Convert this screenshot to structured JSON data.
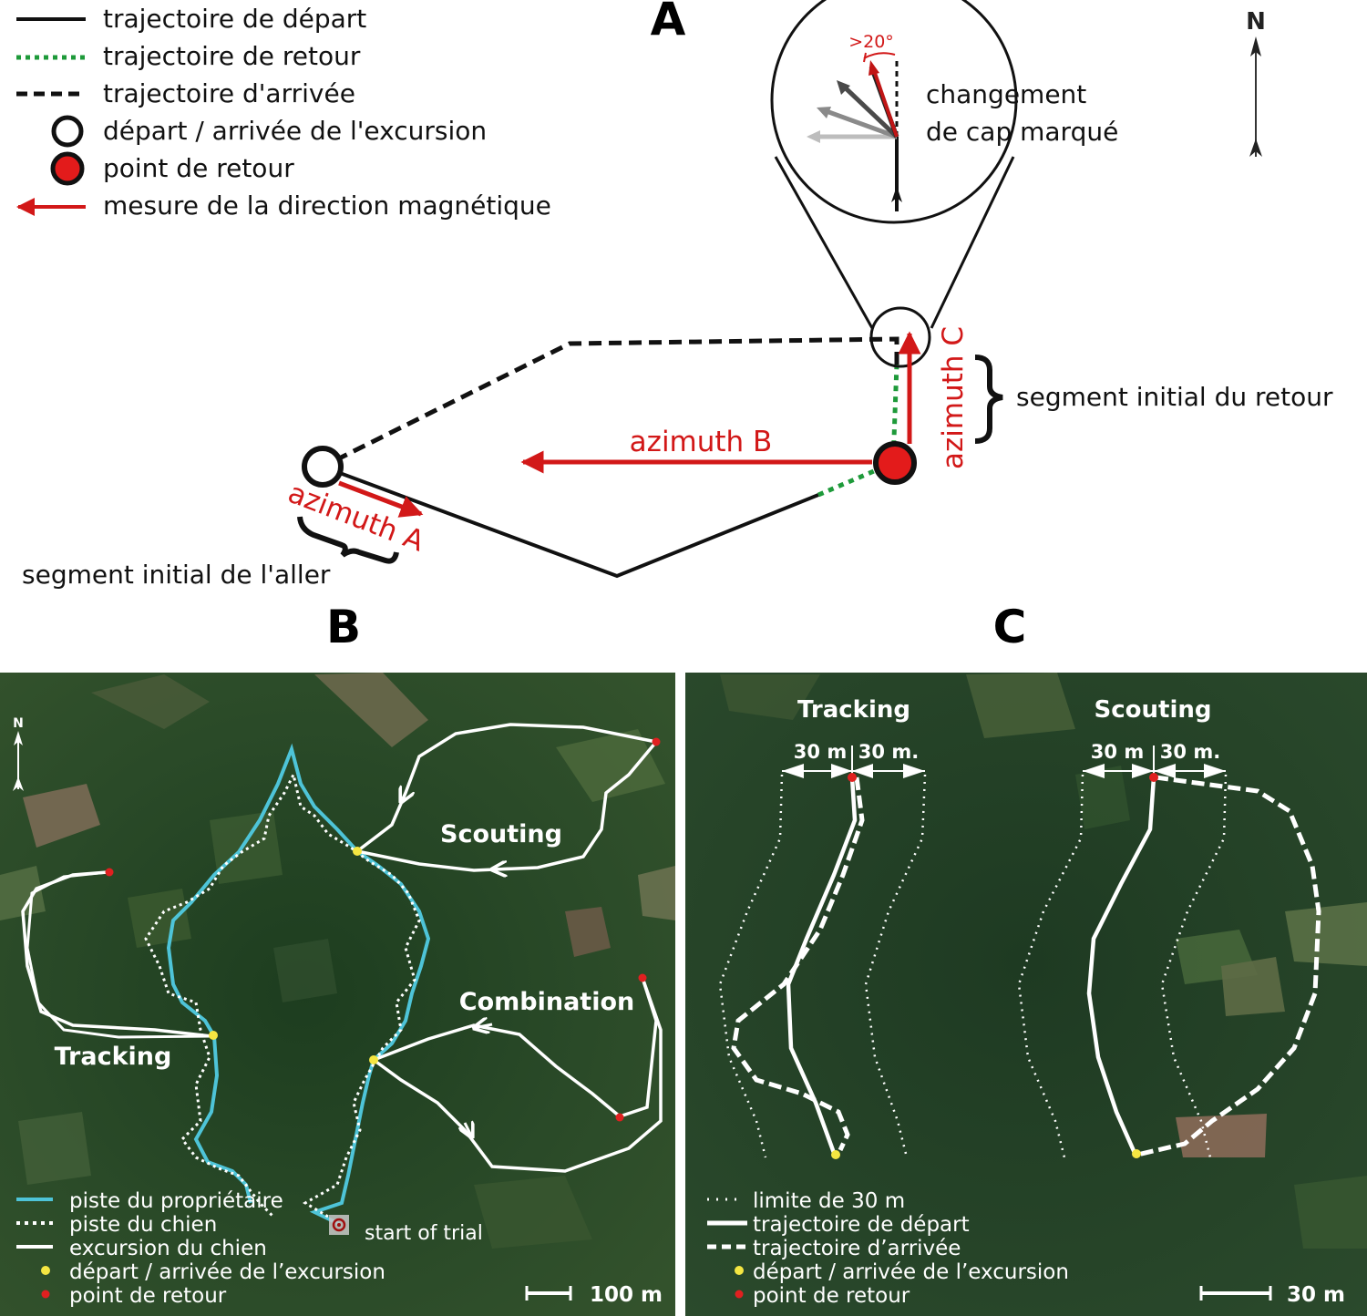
{
  "panel_a": {
    "letter": "A",
    "legend": [
      {
        "style": "solid-black",
        "label": "trajectoire de départ"
      },
      {
        "style": "dotted-green",
        "label": "trajectoire de retour"
      },
      {
        "style": "dashed-black",
        "label": "trajectoire d'arrivée"
      },
      {
        "style": "open-circle",
        "label": "départ / arrivée de l'excursion"
      },
      {
        "style": "red-dot",
        "label": "point de retour"
      },
      {
        "style": "red-arrow",
        "label": "mesure de la direction magnétique"
      }
    ],
    "north": "N",
    "inset_angle": ">20°",
    "inset_caption_1": "changement",
    "inset_caption_2": "de cap marqué",
    "azimuth_a": "azimuth A",
    "azimuth_b": "azimuth B",
    "azimuth_c": "azimuth C",
    "segment_return": "segment initial du retour",
    "segment_outbound": "segment initial de l'aller"
  },
  "panel_b": {
    "letter": "B",
    "north": "N",
    "labels": {
      "scouting": "Scouting",
      "combination": "Combination",
      "tracking": "Tracking"
    },
    "start": "start of trial",
    "legend": [
      {
        "style": "cyan-solid",
        "label": "piste du propriétaire"
      },
      {
        "style": "white-dotted",
        "label": "piste du chien"
      },
      {
        "style": "white-solid",
        "label": "excursion du chien"
      },
      {
        "style": "yellow-dot",
        "label": "départ / arrivée de l’excursion"
      },
      {
        "style": "red-dot",
        "label": "point de retour"
      }
    ],
    "scale": "100 m"
  },
  "panel_c": {
    "letter": "C",
    "labels": {
      "tracking": "Tracking",
      "scouting": "Scouting"
    },
    "dist_left": "30 m",
    "dist_right": "30 m.",
    "legend": [
      {
        "style": "white-dotted",
        "label": "limite de 30 m"
      },
      {
        "style": "white-solid",
        "label": "trajectoire de départ"
      },
      {
        "style": "white-dashed",
        "label": "trajectoire d’arrivée"
      },
      {
        "style": "yellow-dot",
        "label": "départ / arrivée de l’excursion"
      },
      {
        "style": "red-dot",
        "label": "point de retour"
      }
    ],
    "scale": "30 m"
  }
}
